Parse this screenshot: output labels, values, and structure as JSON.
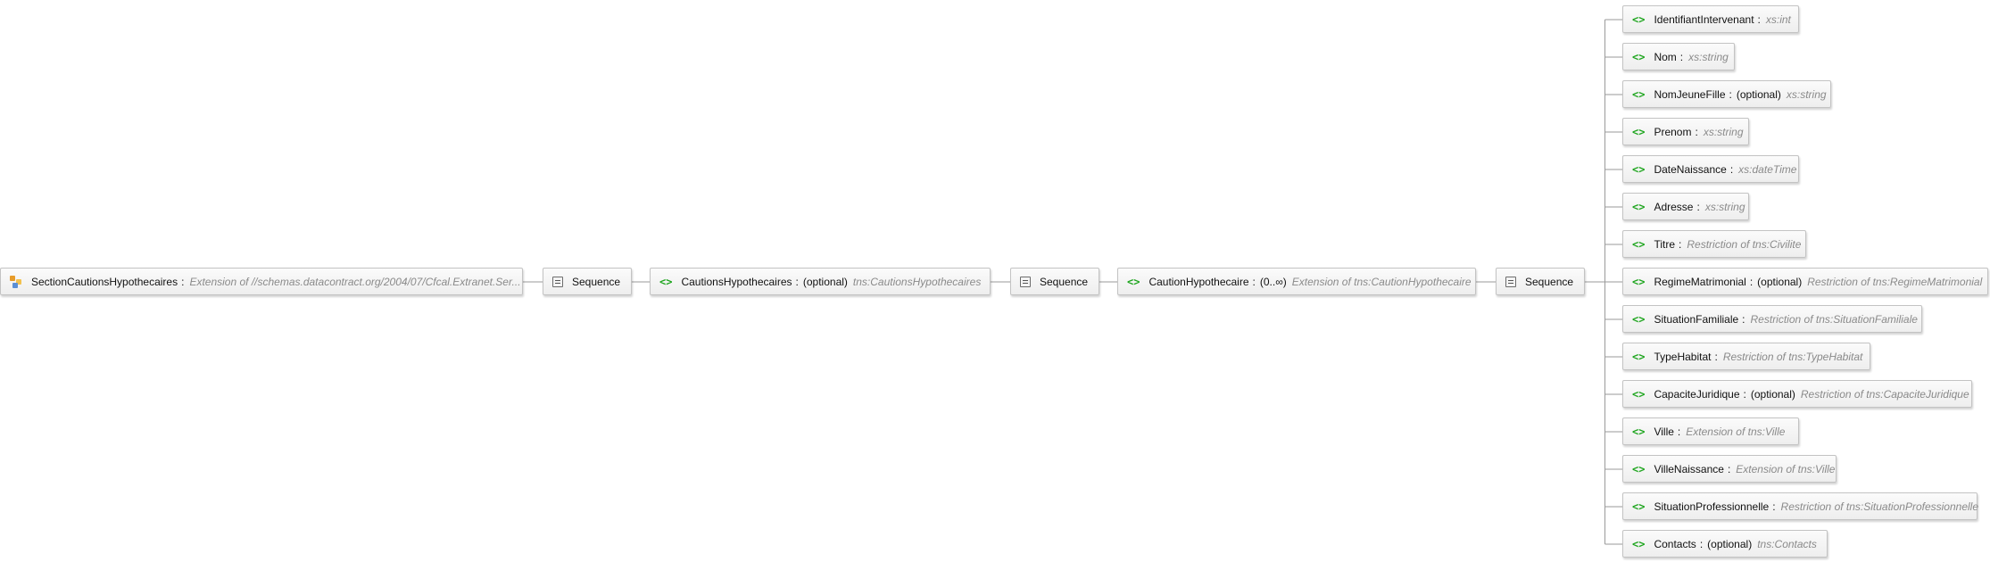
{
  "diagram": {
    "root": {
      "name": "SectionCautionsHypothecaires",
      "colon": ":",
      "type": "Extension of  //schemas.datacontract.org/2004/07/Cfcal.Extranet.Ser...",
      "icon": "complex-type-icon"
    },
    "sequence_label": "Sequence",
    "sequence_icon": "sequence-icon",
    "element_icon": "<>",
    "cautions": {
      "name": "CautionsHypothecaires",
      "colon": ":",
      "optional": "(optional)",
      "type": "tns:CautionsHypothecaires"
    },
    "caution": {
      "name": "CautionHypothecaire",
      "colon": ":",
      "optional": "(0..∞)",
      "type": "Extension of tns:CautionHypothecaire"
    },
    "children": [
      {
        "name": "IdentifiantIntervenant",
        "colon": ":",
        "optional": "",
        "type": "xs:int"
      },
      {
        "name": "Nom",
        "colon": ":",
        "optional": "",
        "type": "xs:string"
      },
      {
        "name": "NomJeuneFille",
        "colon": ":",
        "optional": "(optional)",
        "type": "xs:string"
      },
      {
        "name": "Prenom",
        "colon": ":",
        "optional": "",
        "type": "xs:string"
      },
      {
        "name": "DateNaissance",
        "colon": ":",
        "optional": "",
        "type": "xs:dateTime"
      },
      {
        "name": "Adresse",
        "colon": ":",
        "optional": "",
        "type": "xs:string"
      },
      {
        "name": "Titre",
        "colon": ":",
        "optional": "",
        "type": "Restriction of tns:Civilite"
      },
      {
        "name": "RegimeMatrimonial",
        "colon": ":",
        "optional": "(optional)",
        "type": "Restriction of tns:RegimeMatrimonial"
      },
      {
        "name": "SituationFamiliale",
        "colon": ":",
        "optional": "",
        "type": "Restriction of tns:SituationFamiliale"
      },
      {
        "name": "TypeHabitat",
        "colon": ":",
        "optional": "",
        "type": "Restriction of tns:TypeHabitat"
      },
      {
        "name": "CapaciteJuridique",
        "colon": ":",
        "optional": "(optional)",
        "type": "Restriction of tns:CapaciteJuridique"
      },
      {
        "name": "Ville",
        "colon": ":",
        "optional": "",
        "type": "Extension of tns:Ville"
      },
      {
        "name": "VilleNaissance",
        "colon": ":",
        "optional": "",
        "type": "Extension of tns:Ville"
      },
      {
        "name": "SituationProfessionnelle",
        "colon": ":",
        "optional": "",
        "type": "Restriction of tns:SituationProfessionnelle"
      },
      {
        "name": "Contacts",
        "colon": ":",
        "optional": "(optional)",
        "type": "tns:Contacts"
      }
    ],
    "colors": {
      "connector": "#9a9a9a",
      "element_icon": "#1ea51e",
      "type_text": "#8a8a8a",
      "node_border": "#c3c3c3"
    }
  }
}
